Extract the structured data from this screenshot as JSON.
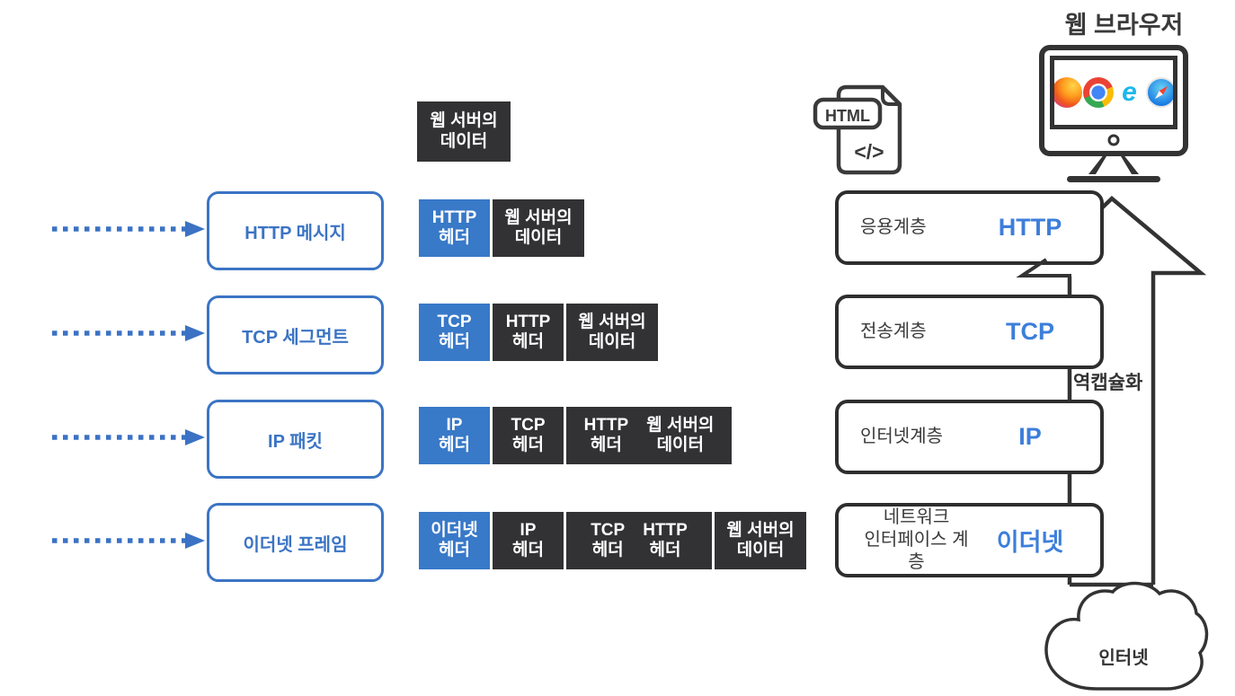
{
  "page": {
    "title": "웹 브라우저"
  },
  "left_flow": {
    "boxes": [
      "HTTP 메시지",
      "TCP 세그먼트",
      "IP 패킷",
      "이더넷 프레임"
    ]
  },
  "source_data_box": {
    "lines": [
      "웹 서버의",
      "데이터"
    ]
  },
  "stack_rows": [
    {
      "cells": [
        {
          "style": "blue",
          "parts": [
            [
              "HTTP",
              "헤더"
            ]
          ]
        },
        {
          "style": "dark",
          "parts": [
            [
              "웹 서버의",
              "데이터"
            ]
          ]
        }
      ]
    },
    {
      "cells": [
        {
          "style": "blue",
          "parts": [
            [
              "TCP",
              "헤더"
            ]
          ]
        },
        {
          "style": "dark",
          "parts": [
            [
              "HTTP",
              "헤더"
            ]
          ]
        },
        {
          "style": "dark",
          "parts": [
            [
              "웹 서버의",
              "데이터"
            ]
          ]
        }
      ]
    },
    {
      "cells": [
        {
          "style": "blue",
          "parts": [
            [
              "IP",
              "헤더"
            ]
          ]
        },
        {
          "style": "dark",
          "parts": [
            [
              "TCP",
              "헤더"
            ]
          ]
        },
        {
          "style": "dark",
          "parts": [
            [
              "HTTP",
              "헤더"
            ],
            [
              "웹 서버의",
              "데이터"
            ]
          ]
        }
      ]
    },
    {
      "cells": [
        {
          "style": "blue",
          "parts": [
            [
              "이더넷",
              "헤더"
            ]
          ]
        },
        {
          "style": "dark",
          "parts": [
            [
              "IP",
              "헤더"
            ]
          ]
        },
        {
          "style": "dark",
          "parts": [
            [
              "TCP",
              "헤더"
            ],
            [
              "HTTP",
              "헤더"
            ]
          ]
        },
        {
          "style": "dark",
          "parts": [
            [
              "웹 서버의",
              "데이터"
            ]
          ]
        }
      ]
    }
  ],
  "layers": [
    {
      "name_lines": [
        "응용계층"
      ],
      "protocol": "HTTP"
    },
    {
      "name_lines": [
        "전송계층"
      ],
      "protocol": "TCP"
    },
    {
      "name_lines": [
        "인터넷계층"
      ],
      "protocol": "IP"
    },
    {
      "name_lines": [
        "네트워크",
        "인터페이스 계층"
      ],
      "protocol": "이더넷"
    }
  ],
  "annotations": {
    "decapsulation": "역캡슐화",
    "cloud": "인터넷"
  },
  "file_icon": {
    "badge": "HTML",
    "code": "</>"
  },
  "icons": {
    "browsers": [
      "firefox-icon",
      "chrome-icon",
      "internet-explorer-icon",
      "safari-icon"
    ]
  },
  "colors": {
    "accent_blue": "#3B74C4",
    "fill_blue": "#3879C8",
    "dark": "#323234",
    "protocol_blue": "#3C7EDB"
  }
}
